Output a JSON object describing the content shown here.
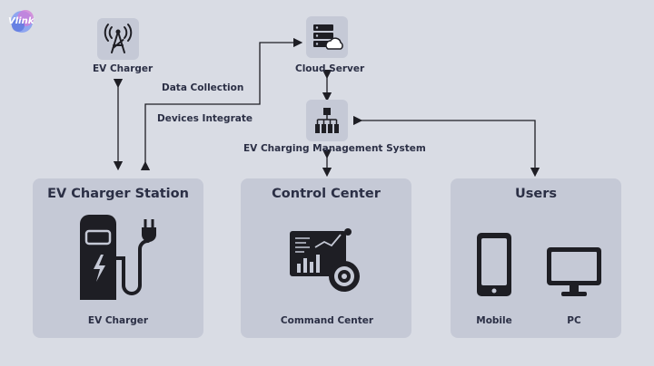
{
  "logo": {
    "text": "Vlink"
  },
  "nodes": {
    "ev_charger_top": "EV Charger",
    "cloud_server": "Cloud Server",
    "management_system": "EV Charging Management System"
  },
  "flows": {
    "data_collection": "Data Collection",
    "devices_integrate": "Devices Integrate"
  },
  "cards": {
    "station": {
      "title": "EV Charger Station",
      "label": "EV Charger"
    },
    "control": {
      "title": "Control Center",
      "label": "Command Center"
    },
    "users": {
      "title": "Users",
      "mobile_label": "Mobile",
      "pc_label": "PC"
    }
  },
  "colors": {
    "background": "#d9dce4",
    "panel": "#c5c9d6",
    "ink": "#1e1e24",
    "text": "#2b2f45"
  }
}
